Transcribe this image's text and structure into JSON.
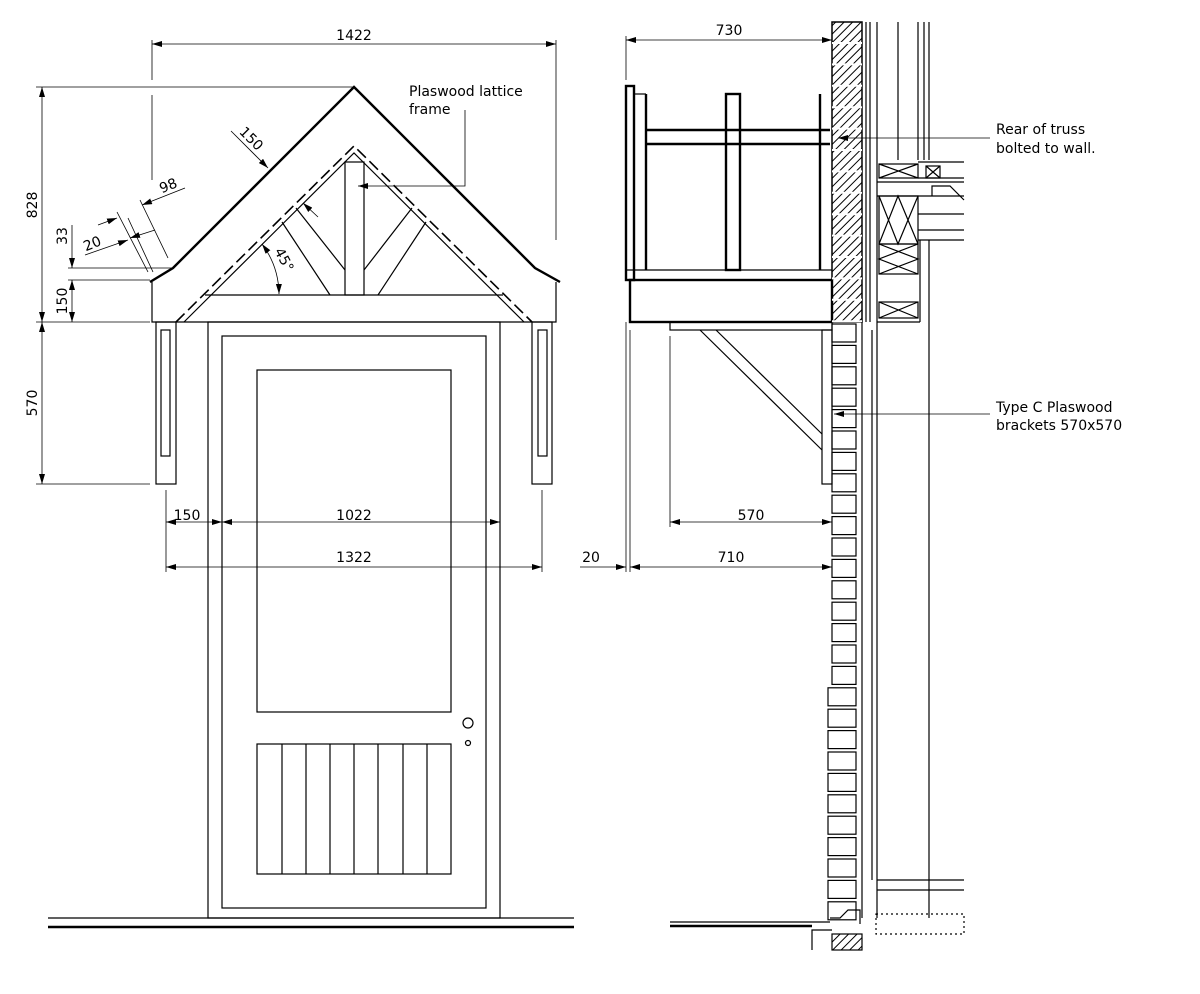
{
  "front_elevation": {
    "dimensions": {
      "overall_width": "1422",
      "overall_height": "828",
      "roof_thickness": "150",
      "overhang": "98",
      "fascia_offset": "20",
      "kick_height": "33",
      "fascia_height": "150",
      "bracket_height": "570",
      "bracket_width": "150",
      "door_frame_width": "1022",
      "bracket_span": "1322",
      "pitch_angle": "45°"
    },
    "labels": {
      "lattice": [
        "Plaswood lattice",
        "frame"
      ]
    }
  },
  "side_section": {
    "dimensions": {
      "canopy_depth": "730",
      "bracket_depth": "570",
      "projection": "710",
      "gap": "20"
    },
    "labels": {
      "truss": [
        "Rear of truss",
        "bolted to wall."
      ],
      "brackets": [
        "Type C Plaswood",
        "brackets 570x570"
      ]
    }
  }
}
